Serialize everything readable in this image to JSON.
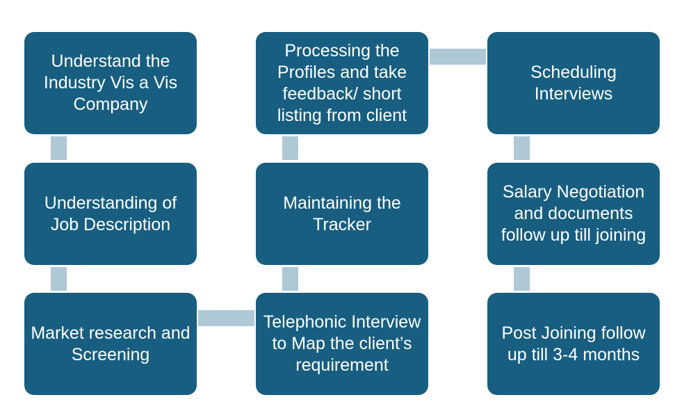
{
  "diagram": {
    "type": "process-flow",
    "colors": {
      "box": "#175e80",
      "connector": "#aec8d5",
      "text": "#ffffff"
    },
    "steps": [
      {
        "order": 1,
        "label": "Understand the Industry Vis a Vis Company"
      },
      {
        "order": 2,
        "label": "Understanding of Job Description"
      },
      {
        "order": 3,
        "label": "Market research and Screening"
      },
      {
        "order": 4,
        "label": "Telephonic Interview to Map the client’s requirement"
      },
      {
        "order": 5,
        "label": "Maintaining the Tracker"
      },
      {
        "order": 6,
        "label": "Processing the Profiles and take feedback/ short listing from client"
      },
      {
        "order": 7,
        "label": "Scheduling Interviews"
      },
      {
        "order": 8,
        "label": "Salary Negotiation and documents follow up till joining"
      },
      {
        "order": 9,
        "label": "Post Joining follow up till 3-4 months"
      }
    ],
    "connections": [
      {
        "from": 1,
        "to": 2
      },
      {
        "from": 2,
        "to": 3
      },
      {
        "from": 3,
        "to": 4
      },
      {
        "from": 4,
        "to": 5
      },
      {
        "from": 5,
        "to": 6
      },
      {
        "from": 6,
        "to": 7
      },
      {
        "from": 7,
        "to": 8
      },
      {
        "from": 8,
        "to": 9
      }
    ]
  }
}
